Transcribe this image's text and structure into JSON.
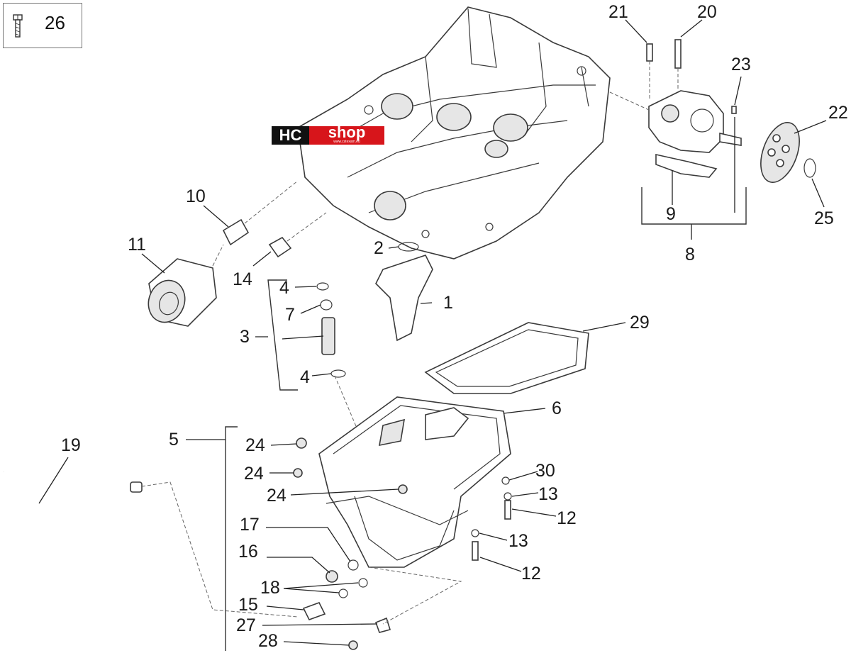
{
  "legend": {
    "part_number": "26",
    "icon": "screw-icon"
  },
  "logo": {
    "left": "HC",
    "right": "shop",
    "tagline": "www.cstexam.eu"
  },
  "callouts": [
    {
      "id": "c1",
      "text": "1"
    },
    {
      "id": "c2",
      "text": "2"
    },
    {
      "id": "c3",
      "text": "3"
    },
    {
      "id": "c4a",
      "text": "4"
    },
    {
      "id": "c4b",
      "text": "4"
    },
    {
      "id": "c5",
      "text": "5"
    },
    {
      "id": "c6",
      "text": "6"
    },
    {
      "id": "c7",
      "text": "7"
    },
    {
      "id": "c8",
      "text": "8"
    },
    {
      "id": "c9",
      "text": "9"
    },
    {
      "id": "c10",
      "text": "10"
    },
    {
      "id": "c11",
      "text": "11"
    },
    {
      "id": "c12a",
      "text": "12"
    },
    {
      "id": "c12b",
      "text": "12"
    },
    {
      "id": "c13a",
      "text": "13"
    },
    {
      "id": "c13b",
      "text": "13"
    },
    {
      "id": "c14",
      "text": "14"
    },
    {
      "id": "c15",
      "text": "15"
    },
    {
      "id": "c16",
      "text": "16"
    },
    {
      "id": "c17",
      "text": "17"
    },
    {
      "id": "c18",
      "text": "18"
    },
    {
      "id": "c19",
      "text": "19"
    },
    {
      "id": "c20",
      "text": "20"
    },
    {
      "id": "c21",
      "text": "21"
    },
    {
      "id": "c22",
      "text": "22"
    },
    {
      "id": "c23",
      "text": "23"
    },
    {
      "id": "c24a",
      "text": "24"
    },
    {
      "id": "c24b",
      "text": "24"
    },
    {
      "id": "c24c",
      "text": "24"
    },
    {
      "id": "c25",
      "text": "25"
    },
    {
      "id": "c27",
      "text": "27"
    },
    {
      "id": "c28",
      "text": "28"
    },
    {
      "id": "c29",
      "text": "29"
    },
    {
      "id": "c30",
      "text": "30"
    }
  ]
}
